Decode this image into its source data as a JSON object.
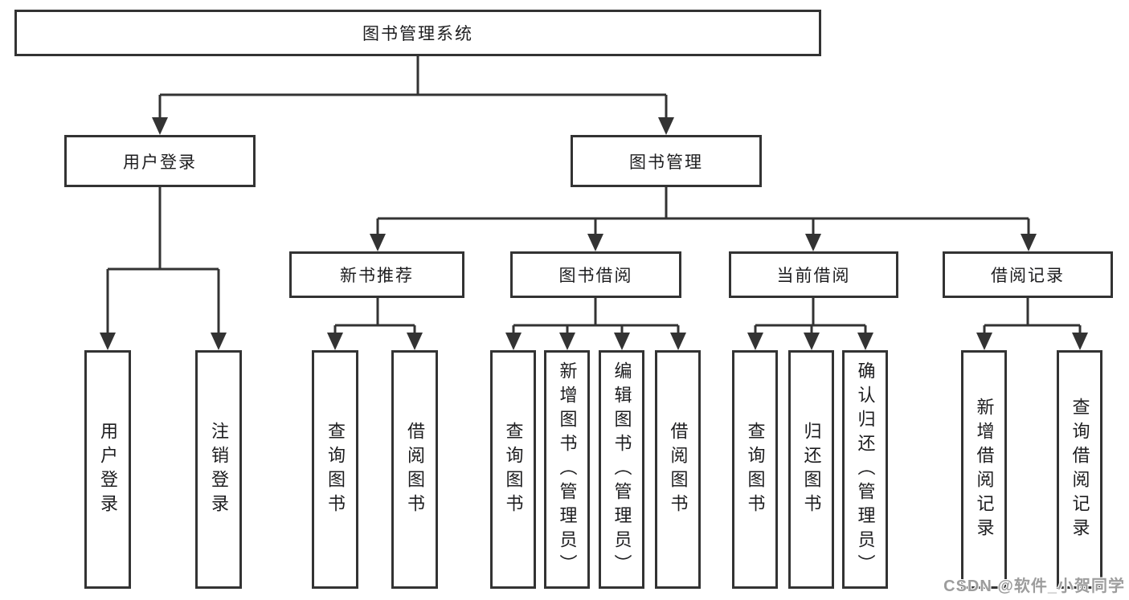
{
  "diagram": {
    "root": {
      "label": "图书管理系统"
    },
    "level2": [
      {
        "label": "用户登录",
        "children": [
          {
            "label": "用户登录"
          },
          {
            "label": "注销登录"
          }
        ]
      },
      {
        "label": "图书管理"
      }
    ],
    "level3": [
      {
        "label": "新书推荐",
        "children": [
          {
            "label": "查询图书"
          },
          {
            "label": "借阅图书"
          }
        ]
      },
      {
        "label": "图书借阅",
        "children": [
          {
            "label": "查询图书"
          },
          {
            "label": "新增图书（管理员）"
          },
          {
            "label": "编辑图书（管理员）"
          },
          {
            "label": "借阅图书"
          }
        ]
      },
      {
        "label": "当前借阅",
        "children": [
          {
            "label": "查询图书"
          },
          {
            "label": "归还图书"
          },
          {
            "label": "确认归还（管理员）"
          }
        ]
      },
      {
        "label": "借阅记录",
        "children": [
          {
            "label": "新增借阅记录"
          },
          {
            "label": "查询借阅记录"
          }
        ]
      }
    ]
  },
  "watermark": {
    "text": "CSDN @软件_小贺同学"
  },
  "colors": {
    "line": "#333333",
    "text": "#1d1d1f",
    "background": "#ffffff",
    "watermark": "#9d9d9d"
  }
}
